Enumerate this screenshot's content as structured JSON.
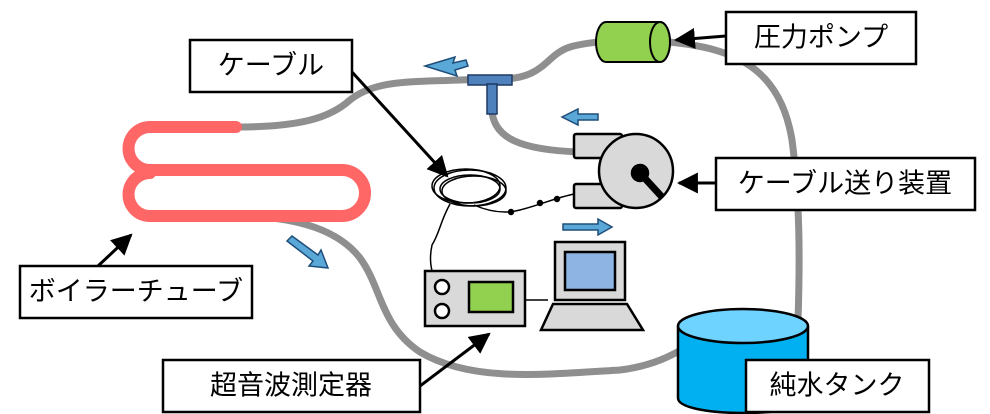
{
  "labels": {
    "cable": "ケーブル",
    "pressure_pump": "圧力ポンプ",
    "cable_feeder": "ケーブル送り装置",
    "boiler_tube": "ボイラーチューブ",
    "ultrasonic_meter": "超音波測定器",
    "pure_water_tank": "純水タンク"
  },
  "colors": {
    "pipe": "#8f8f8f",
    "boiler_tube": "#ff6666",
    "pump": "#92d050",
    "water": "#00b0f0",
    "flow_arrow": "#5aa8d8",
    "monitor_screen": "#8eb4e3",
    "device_screen": "#92d050",
    "tee_fitting": "#4f81bd"
  }
}
